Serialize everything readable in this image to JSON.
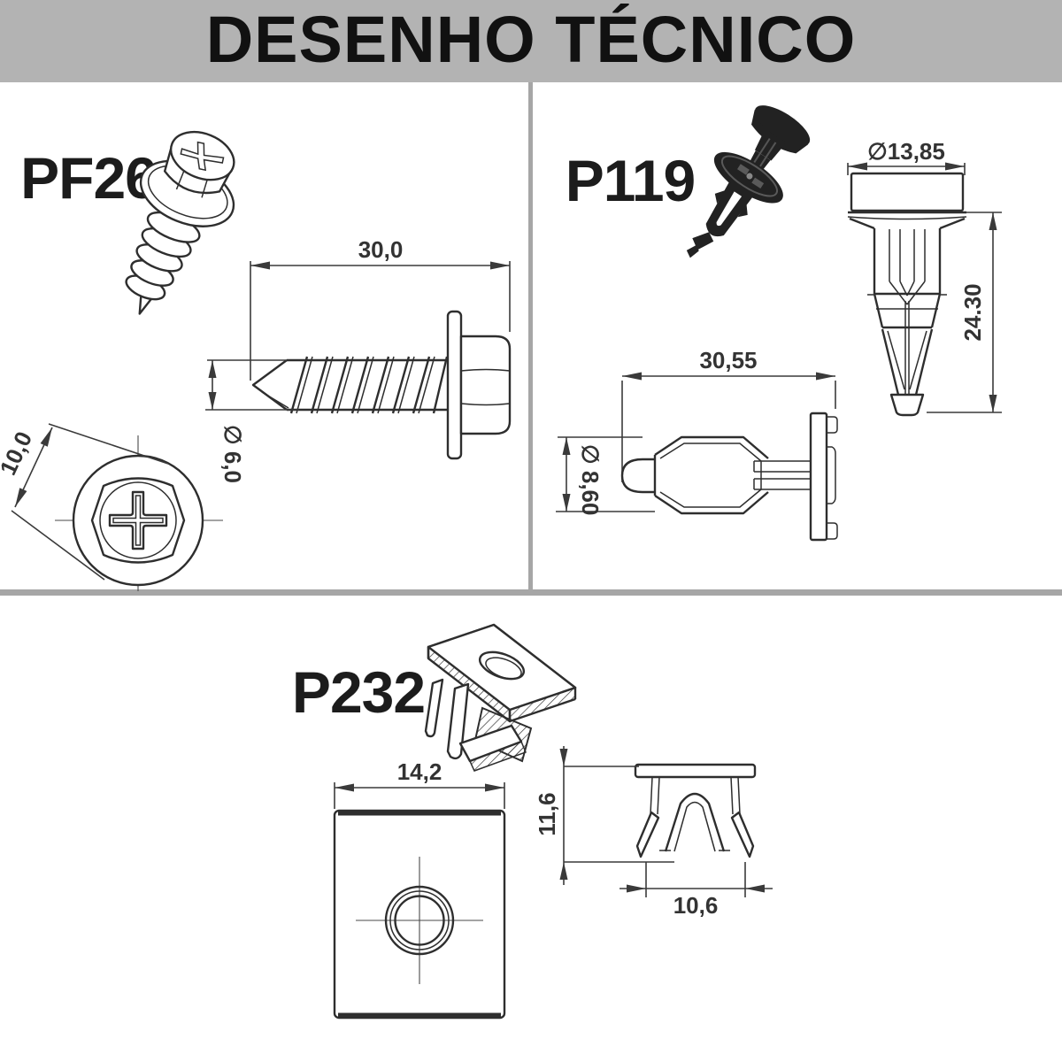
{
  "header": {
    "title": "DESENHO TÉCNICO"
  },
  "colors": {
    "header_bg": "#b3b3b3",
    "divider": "#a6a6a6"
  },
  "parts": {
    "pf26": {
      "label": "PF26",
      "dims": {
        "length": "30,0",
        "thread_diameter": "∅ 6,0",
        "head_diameter": "10,0"
      }
    },
    "p119": {
      "label": "P119",
      "dims": {
        "head_diameter": "∅13,85",
        "total_length": "24.30",
        "body_length": "30,55",
        "shank_diameter": "∅ 8,60"
      }
    },
    "p232": {
      "label": "P232",
      "dims": {
        "plate_width": "14,2",
        "height": "11,6",
        "base_width": "10,6"
      }
    }
  }
}
